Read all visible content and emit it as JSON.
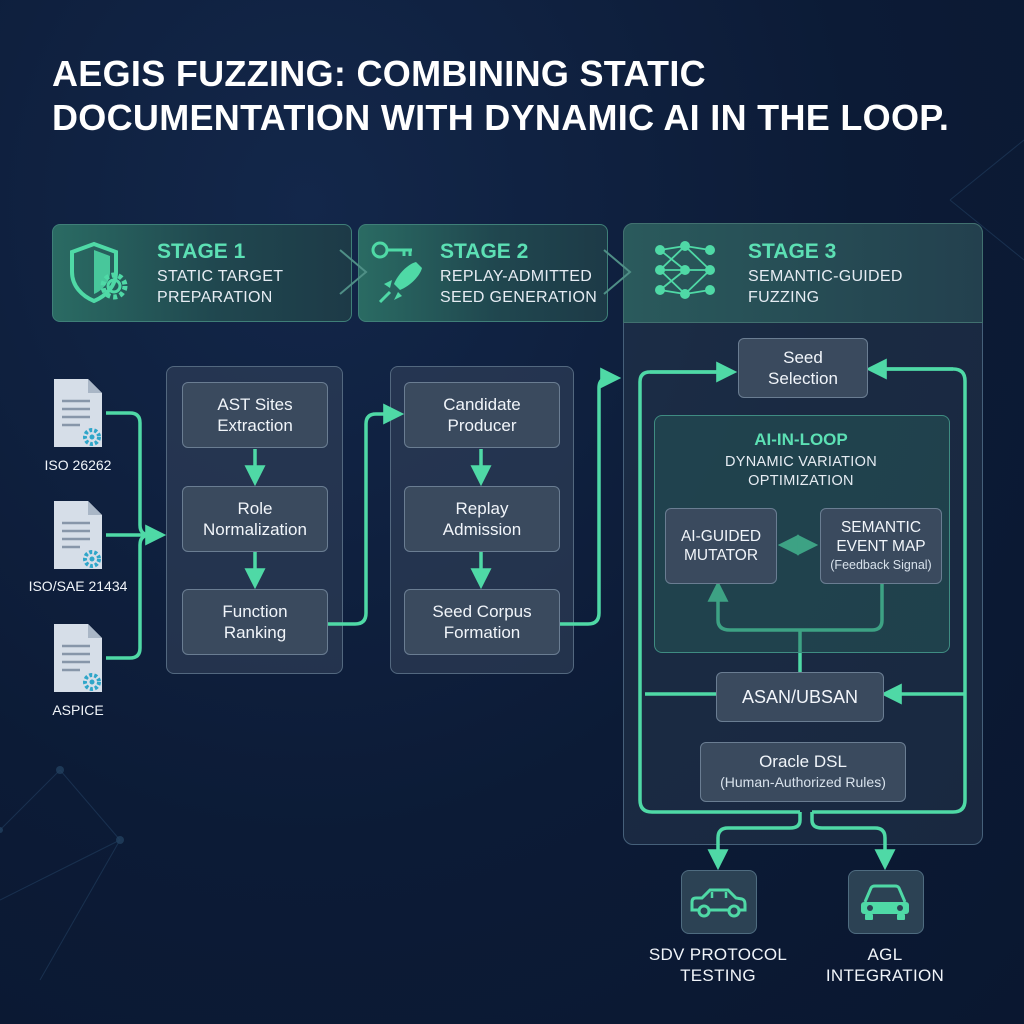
{
  "title": {
    "line1": "AEGIS FUZZING: COMBINING STATIC",
    "line2": "DOCUMENTATION WITH DYNAMIC AI IN THE LOOP."
  },
  "stages": [
    {
      "label": "STAGE 1",
      "line1": "STATIC TARGET",
      "line2": "PREPARATION",
      "icon": "shield-gear-icon"
    },
    {
      "label": "STAGE 2",
      "line1": "REPLAY-ADMITTED",
      "line2": "SEED GENERATION",
      "icon": "key-rocket-icon"
    },
    {
      "label": "STAGE 3",
      "line1": "SEMANTIC-GUIDED",
      "line2": "FUZZING",
      "icon": "neural-network-icon"
    }
  ],
  "documents": [
    {
      "label": "ISO 26262",
      "icon": "document-gear-icon"
    },
    {
      "label": "ISO/SAE 21434",
      "icon": "document-gear-icon"
    },
    {
      "label": "ASPICE",
      "icon": "document-gear-icon"
    }
  ],
  "stage1_steps": [
    {
      "line1": "AST Sites",
      "line2": "Extraction"
    },
    {
      "line1": "Role",
      "line2": "Normalization"
    },
    {
      "line1": "Function",
      "line2": "Ranking"
    }
  ],
  "stage2_steps": [
    {
      "line1": "Candidate",
      "line2": "Producer"
    },
    {
      "line1": "Replay",
      "line2": "Admission"
    },
    {
      "line1": "Seed Corpus",
      "line2": "Formation"
    }
  ],
  "stage3": {
    "seed_selection": {
      "line1": "Seed",
      "line2": "Selection"
    },
    "ai_loop": {
      "title": "AI-IN-LOOP",
      "sub1": "DYNAMIC VARIATION",
      "sub2": "OPTIMIZATION",
      "mutator": {
        "line1": "AI-GUIDED",
        "line2": "MUTATOR"
      },
      "event_map": {
        "line1": "SEMANTIC",
        "line2": "EVENT MAP",
        "line3": "(Feedback Signal)"
      }
    },
    "sanitizer": "ASAN/UBSAN",
    "oracle": {
      "line1": "Oracle DSL",
      "line2": "(Human-Authorized Rules)"
    }
  },
  "outputs": [
    {
      "line1": "SDV PROTOCOL",
      "line2": "TESTING",
      "icon": "car-side-icon"
    },
    {
      "line1": "AGL",
      "line2": "INTEGRATION",
      "icon": "car-front-icon"
    }
  ],
  "colors": {
    "accent": "#4fd9a6",
    "stage_label": "#5ce0b4",
    "background": "#0c1b36"
  }
}
